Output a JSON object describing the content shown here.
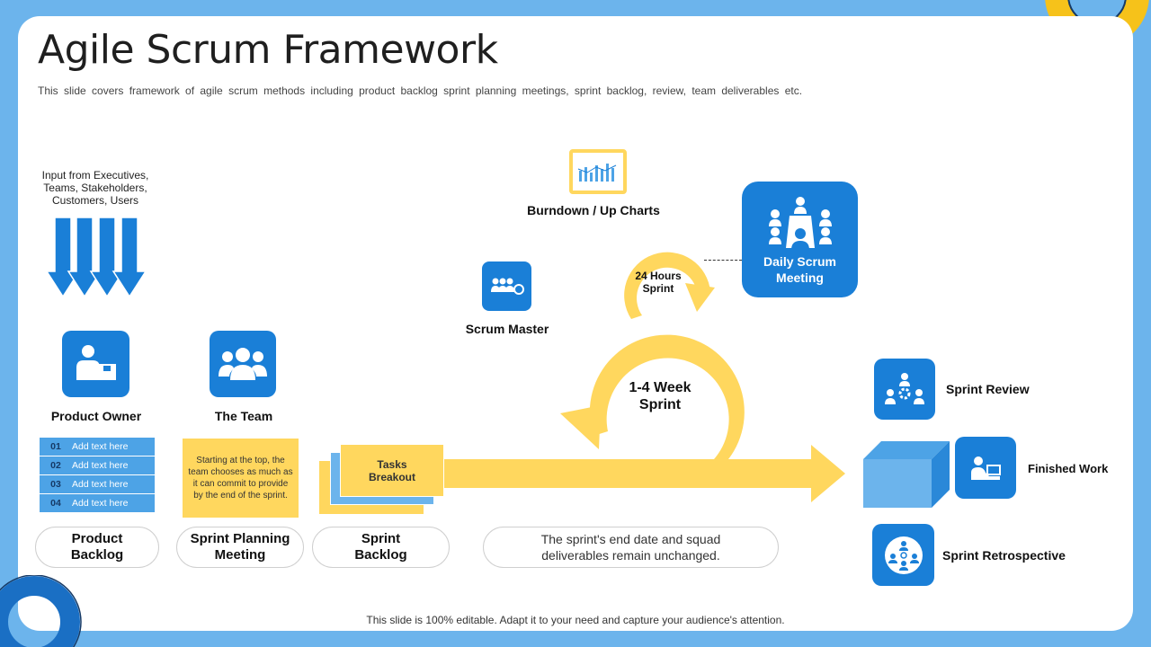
{
  "title": "Agile Scrum Framework",
  "subtitle": "This slide covers framework of agile scrum methods including product backlog sprint planning meetings, sprint backlog, review, team deliverables etc.",
  "input_text": "Input from Executives, Teams, Stakeholders, Customers, Users",
  "product_owner": "Product Owner",
  "the_team": "The Team",
  "backlog_items": [
    {
      "num": "01",
      "text": "Add text here"
    },
    {
      "num": "02",
      "text": "Add text here"
    },
    {
      "num": "03",
      "text": "Add text here"
    },
    {
      "num": "04",
      "text": "Add text here"
    }
  ],
  "team_note": "Starting at the top, the team chooses as much as it can commit to provide by the end of the sprint.",
  "tasks_breakout": "Tasks Breakout",
  "pills": {
    "product_backlog": "Product Backlog",
    "sprint_planning": "Sprint Planning Meeting",
    "sprint_backlog": "Sprint Backlog",
    "end_note": "The sprint's end date and squad deliverables remain unchanged."
  },
  "burndown": "Burndown / Up Charts",
  "scrum_master": "Scrum Master",
  "hours_sprint": "24 Hours Sprint",
  "week_sprint": "1-4 Week Sprint",
  "daily_scrum": "Daily Scrum Meeting",
  "sprint_review": "Sprint Review",
  "finished_work": "Finished Work",
  "sprint_retro": "Sprint Retrospective",
  "footer": "This slide is 100% editable. Adapt it to your need and capture your audience's attention.",
  "colors": {
    "accent_blue": "#1a7fd7",
    "yellow": "#ffd75e",
    "bg_blue": "#6cb4ec"
  }
}
